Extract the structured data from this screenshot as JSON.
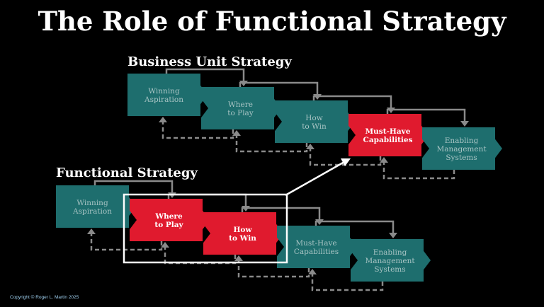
{
  "title": "The Role of Functional Strategy",
  "business_unit": {
    "label": "Business Unit Strategy",
    "boxes": [
      {
        "lines": [
          "Winning",
          "Aspiration"
        ],
        "highlight": false
      },
      {
        "lines": [
          "Where",
          "to Play"
        ],
        "highlight": false
      },
      {
        "lines": [
          "How",
          "to Win"
        ],
        "highlight": false
      },
      {
        "lines": [
          "Must-Have",
          "Capabilities"
        ],
        "highlight": true
      },
      {
        "lines": [
          "Enabling",
          "Management",
          "Systems"
        ],
        "highlight": false
      }
    ]
  },
  "functional": {
    "label": "Functional Strategy",
    "boxes": [
      {
        "lines": [
          "Winning",
          "Aspiration"
        ],
        "highlight": false
      },
      {
        "lines": [
          "Where",
          "to Play"
        ],
        "highlight": true
      },
      {
        "lines": [
          "How",
          "to Win"
        ],
        "highlight": true
      },
      {
        "lines": [
          "Must-Have",
          "Capabilities"
        ],
        "highlight": false
      },
      {
        "lines": [
          "Enabling",
          "Management",
          "Systems"
        ],
        "highlight": false
      }
    ]
  },
  "colors": {
    "background": "#000000",
    "teal": "#1e6e6e",
    "teal_text": "#a8c4c4",
    "red": "#e01a2e",
    "red_text": "#ffffff",
    "connector": "#8a8a8a",
    "callout": "#ffffff"
  },
  "copyright": "Copyright © Roger L. Martin 2025"
}
